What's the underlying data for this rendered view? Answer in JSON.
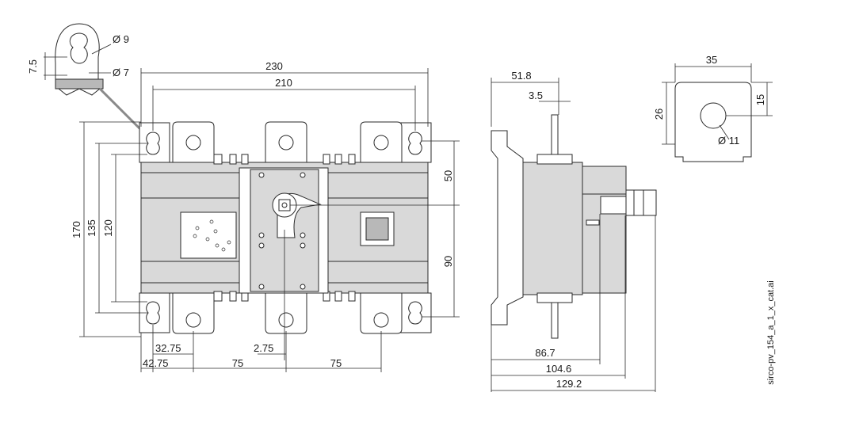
{
  "dimensions": {
    "width_230": "230",
    "width_210": "210",
    "height_170": "170",
    "height_135": "135",
    "height_120": "120",
    "offset_50": "50",
    "offset_90": "90",
    "bottom_32_75": "32.75",
    "bottom_42_75": "42.75",
    "bottom_2_75": "2.75",
    "pitch_75_a": "75",
    "pitch_75_b": "75",
    "side_51_8": "51.8",
    "side_3_5": "3.5",
    "side_86_7": "86.7",
    "side_104_6": "104.6",
    "side_129_2": "129.2",
    "terminal_35": "35",
    "terminal_26": "26",
    "terminal_15": "15",
    "terminal_hole_11": "Ø 11",
    "detail_hole_9": "Ø 9",
    "detail_hole_7": "Ø 7",
    "detail_7_5": "7.5"
  },
  "file_label": "sirco-pv_154_a_1_x_cat.ai"
}
